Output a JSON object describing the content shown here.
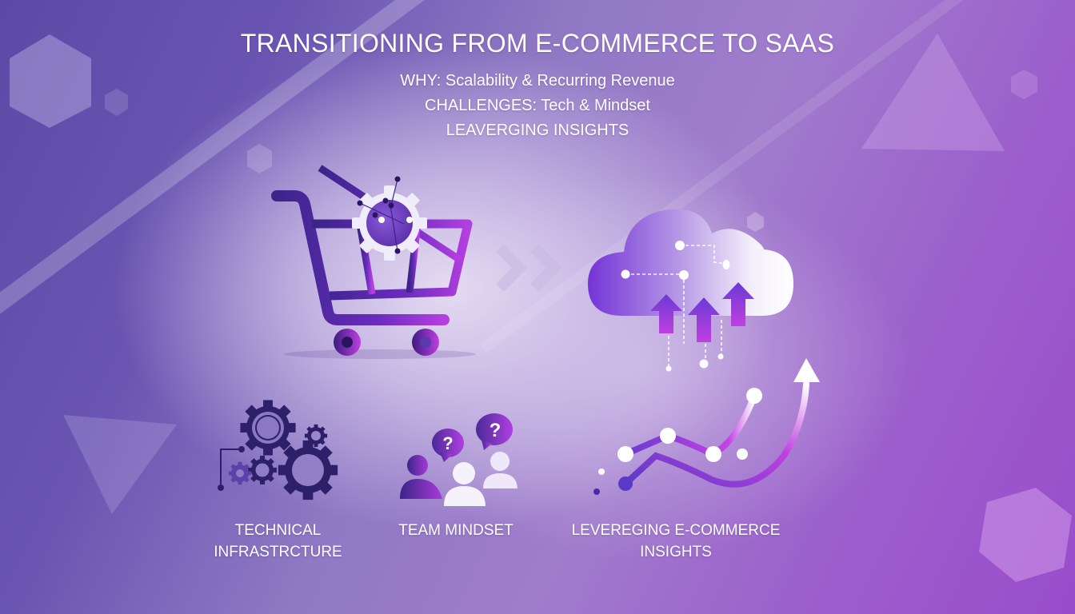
{
  "slide": {
    "title": "TRANSITIONING FROM E-COMMERCE TO SAAS",
    "subtitles": [
      "WHY: Scalability & Recurring Revenue",
      "CHALLENGES: Tech & Mindset",
      "LEAVERGING INSIGHTS"
    ]
  },
  "illustrations": {
    "top_left": "shopping-cart-with-gear",
    "transition": "double-chevron-right",
    "top_right": "cloud-with-upload-arrows"
  },
  "sections": [
    {
      "icon": "gears-icon",
      "label_line1": "TECHNICAL",
      "label_line2": "INFRASTRCTURE"
    },
    {
      "icon": "team-questions-icon",
      "label_line1": "TEAM MINDSET",
      "label_line2": ""
    },
    {
      "icon": "growth-chart-icon",
      "label_line1": "LEVEREGING E-COMMERCE",
      "label_line2": "INSIGHTS"
    }
  ],
  "colors": {
    "background_left": "#5a4aa6",
    "background_right": "#9a4ccb",
    "icon_dark": "#2e1f6b",
    "icon_purple": "#7a3ccf",
    "icon_magenta": "#c03fe0",
    "text": "#ffffff"
  }
}
